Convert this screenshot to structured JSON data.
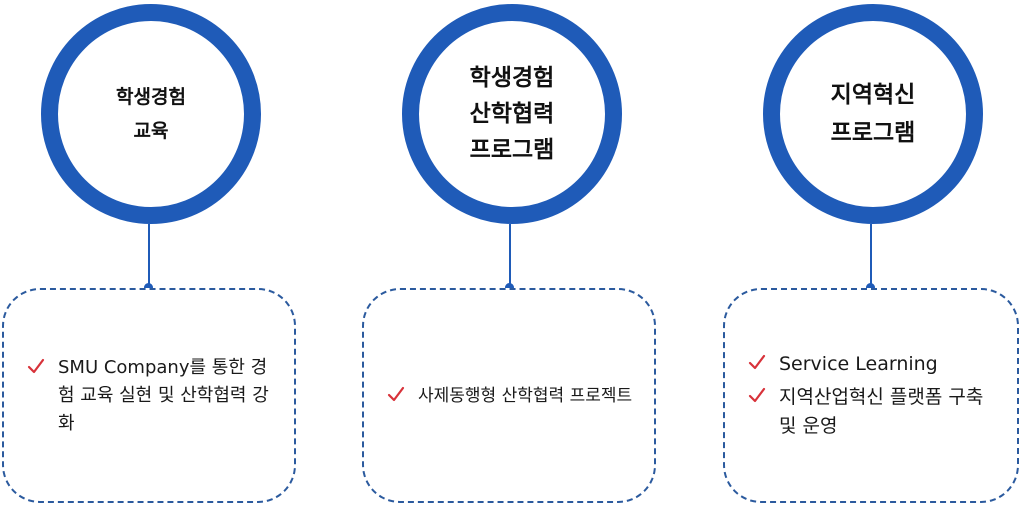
{
  "columns": [
    {
      "title_lines": [
        "학생경험",
        "교육"
      ],
      "items": [
        "SMU Company를 통한 경험 교육 실현 및 산학협력 강화"
      ]
    },
    {
      "title_lines": [
        "학생경험",
        "산학협력",
        "프로그램"
      ],
      "items": [
        "사제동행형 산학협력 프로젝트"
      ]
    },
    {
      "title_lines": [
        "지역혁신",
        "프로그램"
      ],
      "items": [
        "Service Learning",
        "지역산업혁신 플랫폼 구축 및 운영"
      ]
    }
  ],
  "colors": {
    "circle_border": "#1f5bb8",
    "card_border": "#2b5a9e",
    "check": "#d8323a"
  },
  "icons": {
    "bullet": "check-icon"
  }
}
